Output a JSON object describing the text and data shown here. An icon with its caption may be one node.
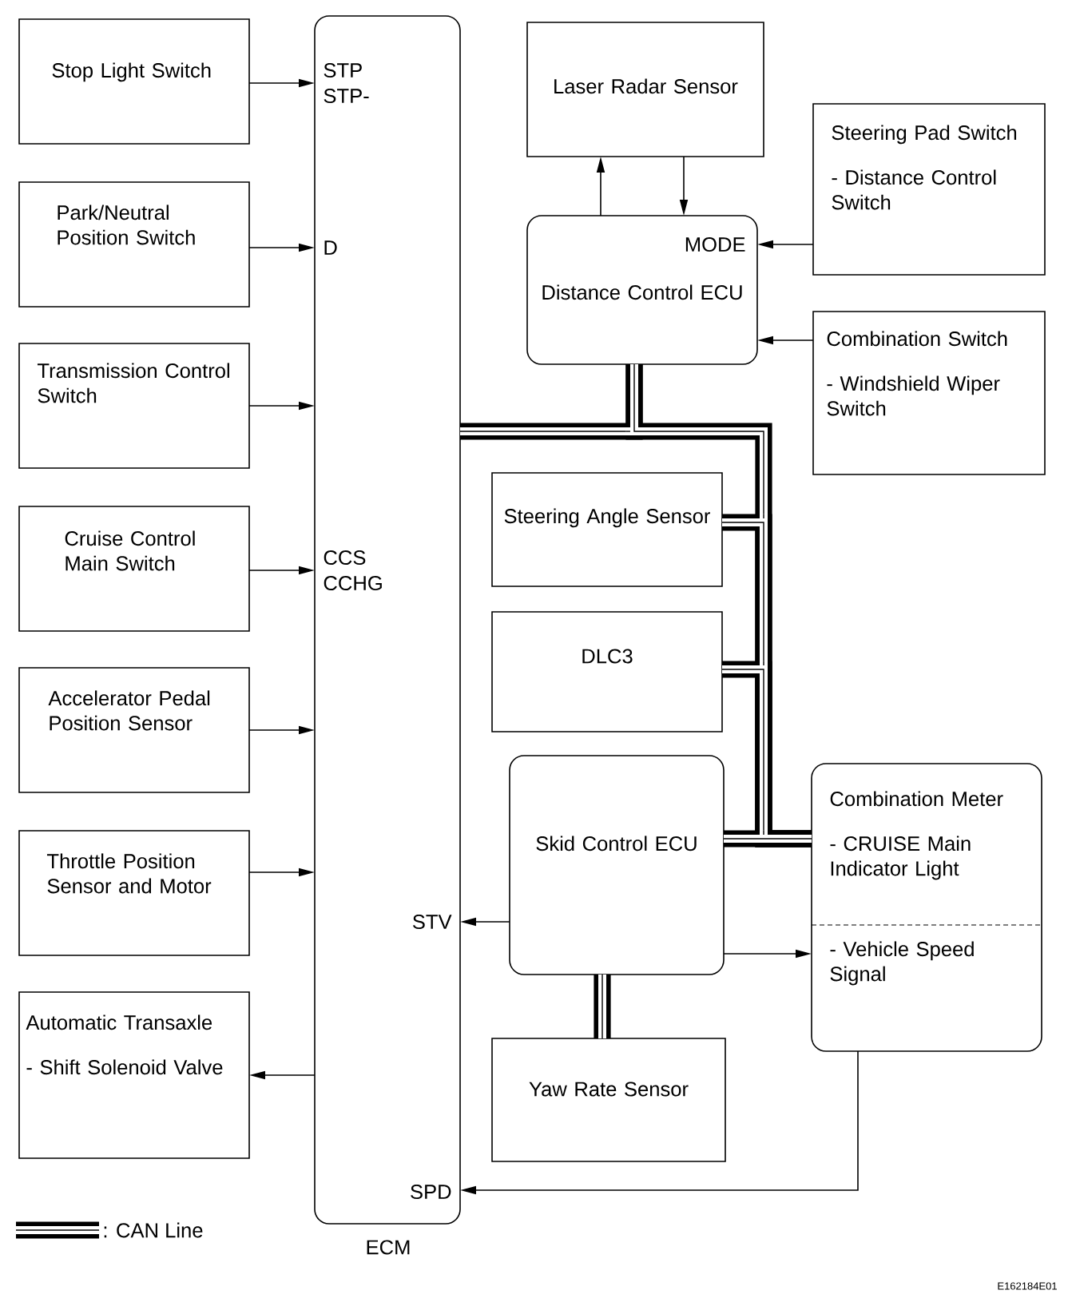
{
  "diagram": {
    "nodes": [
      {
        "text": [
          "Stop Light Switch"
        ]
      },
      {
        "text": [
          "Park/Neutral Position Switch"
        ]
      },
      {
        "text": [
          "Transmission Control Switch"
        ]
      },
      {
        "text": [
          "Cruise Control Main Switch"
        ]
      },
      {
        "text": [
          "Accelerator Pedal Position Sensor"
        ]
      },
      {
        "text": [
          "Throttle Position Sensor and Motor"
        ]
      },
      {
        "text": [
          "Automatic Transaxle",
          "- Shift Solenoid Valve"
        ]
      },
      {
        "text": [
          "ECM"
        ]
      },
      {
        "text": [
          "Laser Radar Sensor"
        ]
      },
      {
        "text": [
          "Steering Pad Switch",
          "- Distance Control Switch"
        ]
      },
      {
        "text": [
          "Distance Control ECU"
        ]
      },
      {
        "text": [
          "Combination Switch",
          "- Windshield Wiper Switch"
        ]
      },
      {
        "text": [
          "Steering Angle Sensor"
        ]
      },
      {
        "text": [
          "DLC3"
        ]
      },
      {
        "text": [
          "Skid Control ECU"
        ]
      },
      {
        "text": [
          "Combination Meter",
          "- CRUISE Main Indicator Light",
          "- Vehicle Speed Signal"
        ]
      },
      {
        "text": [
          "Yaw Rate Sensor"
        ]
      }
    ],
    "edges": [
      {
        "from": 0,
        "to": 7,
        "arrow": "to"
      },
      {
        "from": 1,
        "to": 7,
        "arrow": "to"
      },
      {
        "from": 2,
        "to": 7,
        "arrow": "to"
      },
      {
        "from": 3,
        "to": 7,
        "arrow": "to"
      },
      {
        "from": 4,
        "to": 7,
        "arrow": "to"
      },
      {
        "from": 5,
        "to": 7,
        "arrow": "to"
      },
      {
        "from": 7,
        "to": 6,
        "arrow": "to"
      },
      {
        "from": 10,
        "to": 8,
        "arrow": "to"
      },
      {
        "from": 8,
        "to": 10,
        "arrow": "to"
      },
      {
        "from": 9,
        "to": 10,
        "arrow": "to"
      },
      {
        "from": 11,
        "to": 10,
        "arrow": "to"
      },
      {
        "from": 7,
        "to": 10,
        "arrow": "none",
        "style": "thick"
      },
      {
        "from": 10,
        "to": 15,
        "arrow": "none",
        "style": "thick"
      },
      {
        "from": 12,
        "to": 15,
        "arrow": "none",
        "style": "thick"
      },
      {
        "from": 13,
        "to": 15,
        "arrow": "none",
        "style": "thick"
      },
      {
        "from": 14,
        "to": 15,
        "arrow": "none",
        "style": "thick"
      },
      {
        "from": 14,
        "to": 7,
        "arrow": "to"
      },
      {
        "from": 14,
        "to": 15,
        "arrow": "to"
      },
      {
        "from": 14,
        "to": 16,
        "arrow": "none",
        "style": "thick"
      },
      {
        "from": 15,
        "to": 7,
        "arrow": "to"
      }
    ],
    "labels": [
      "STP",
      "STP-",
      "D",
      "MODE",
      "CCS",
      "CCHG",
      "STV",
      "SPD",
      "E162184E01"
    ],
    "legend": [
      {
        "text": ": CAN Line"
      }
    ]
  }
}
